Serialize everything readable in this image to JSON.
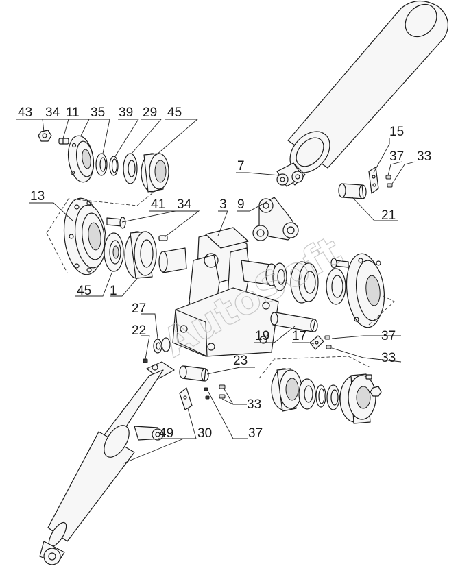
{
  "watermark": "AutoSoft",
  "callouts": [
    {
      "id": "c43",
      "label": "43"
    },
    {
      "id": "c34a",
      "label": "34"
    },
    {
      "id": "c11",
      "label": "11"
    },
    {
      "id": "c35",
      "label": "35"
    },
    {
      "id": "c39",
      "label": "39"
    },
    {
      "id": "c29",
      "label": "29"
    },
    {
      "id": "c45a",
      "label": "45"
    },
    {
      "id": "c13",
      "label": "13"
    },
    {
      "id": "c41",
      "label": "41"
    },
    {
      "id": "c34b",
      "label": "34"
    },
    {
      "id": "c3",
      "label": "3"
    },
    {
      "id": "c9",
      "label": "9"
    },
    {
      "id": "c7",
      "label": "7"
    },
    {
      "id": "c15",
      "label": "15"
    },
    {
      "id": "c37a",
      "label": "37"
    },
    {
      "id": "c33a",
      "label": "33"
    },
    {
      "id": "c21",
      "label": "21"
    },
    {
      "id": "c45b",
      "label": "45"
    },
    {
      "id": "c1",
      "label": "1"
    },
    {
      "id": "c27",
      "label": "27"
    },
    {
      "id": "c22",
      "label": "22"
    },
    {
      "id": "c19",
      "label": "19"
    },
    {
      "id": "c17",
      "label": "17"
    },
    {
      "id": "c37b",
      "label": "37"
    },
    {
      "id": "c33b",
      "label": "33"
    },
    {
      "id": "c23",
      "label": "23"
    },
    {
      "id": "c33c",
      "label": "33"
    },
    {
      "id": "c49",
      "label": "49"
    },
    {
      "id": "c30",
      "label": "30"
    },
    {
      "id": "c37c",
      "label": "37"
    }
  ]
}
